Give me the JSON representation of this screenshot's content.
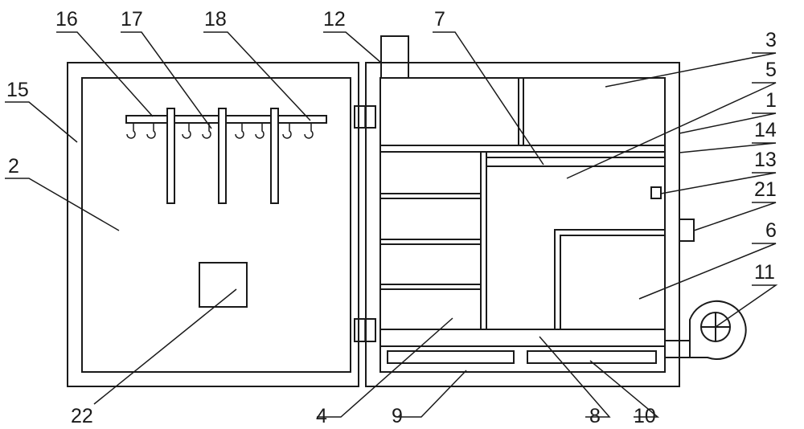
{
  "labels": {
    "l1": "1",
    "l2": "2",
    "l3": "3",
    "l4": "4",
    "l5": "5",
    "l6": "6",
    "l7": "7",
    "l8": "8",
    "l9": "9",
    "l10": "10",
    "l11": "11",
    "l12": "12",
    "l13": "13",
    "l14": "14",
    "l15": "15",
    "l16": "16",
    "l17": "17",
    "l18": "18",
    "l21": "21",
    "l22": "22"
  },
  "colors": {
    "ink": "#1a1a1a",
    "paper": "#ffffff"
  }
}
